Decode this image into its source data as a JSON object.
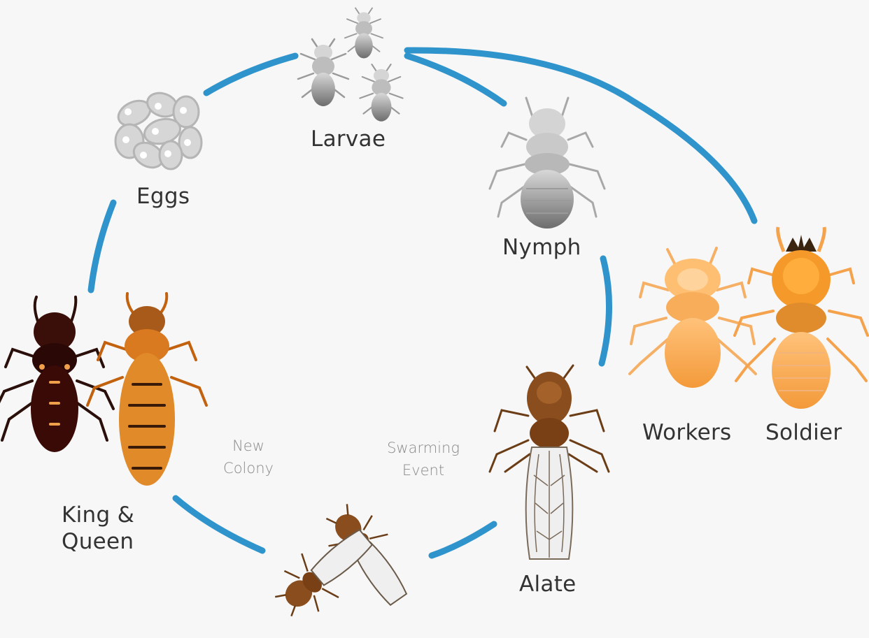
{
  "labels": {
    "eggs": "Eggs",
    "larvae": "Larvae",
    "nymph": "Nymph",
    "workers": "Workers",
    "soldier": "Soldier",
    "alate": "Alate",
    "king_queen": "King &\nQueen",
    "new_colony": "New\nColony",
    "swarming_event": "Swarming\nEvent"
  },
  "colors": {
    "cycle_arrow": "#2f93cc",
    "background": "#f7f7f7",
    "label_text": "#333333",
    "note_text": "#8a8a8a",
    "larvae_gray": "#9a9a9a",
    "worker_orange": "#f7a44a",
    "soldier_orange": "#f39c2c",
    "queen_orange": "#d97a21",
    "king_dark": "#3a0f0a",
    "alate_brown": "#8a4e1e"
  },
  "icons": [
    "eggs-icon",
    "larvae-icon",
    "nymph-icon",
    "worker-icon",
    "soldier-icon",
    "alate-icon",
    "king-icon",
    "queen-icon",
    "swarming-alates-icon"
  ]
}
